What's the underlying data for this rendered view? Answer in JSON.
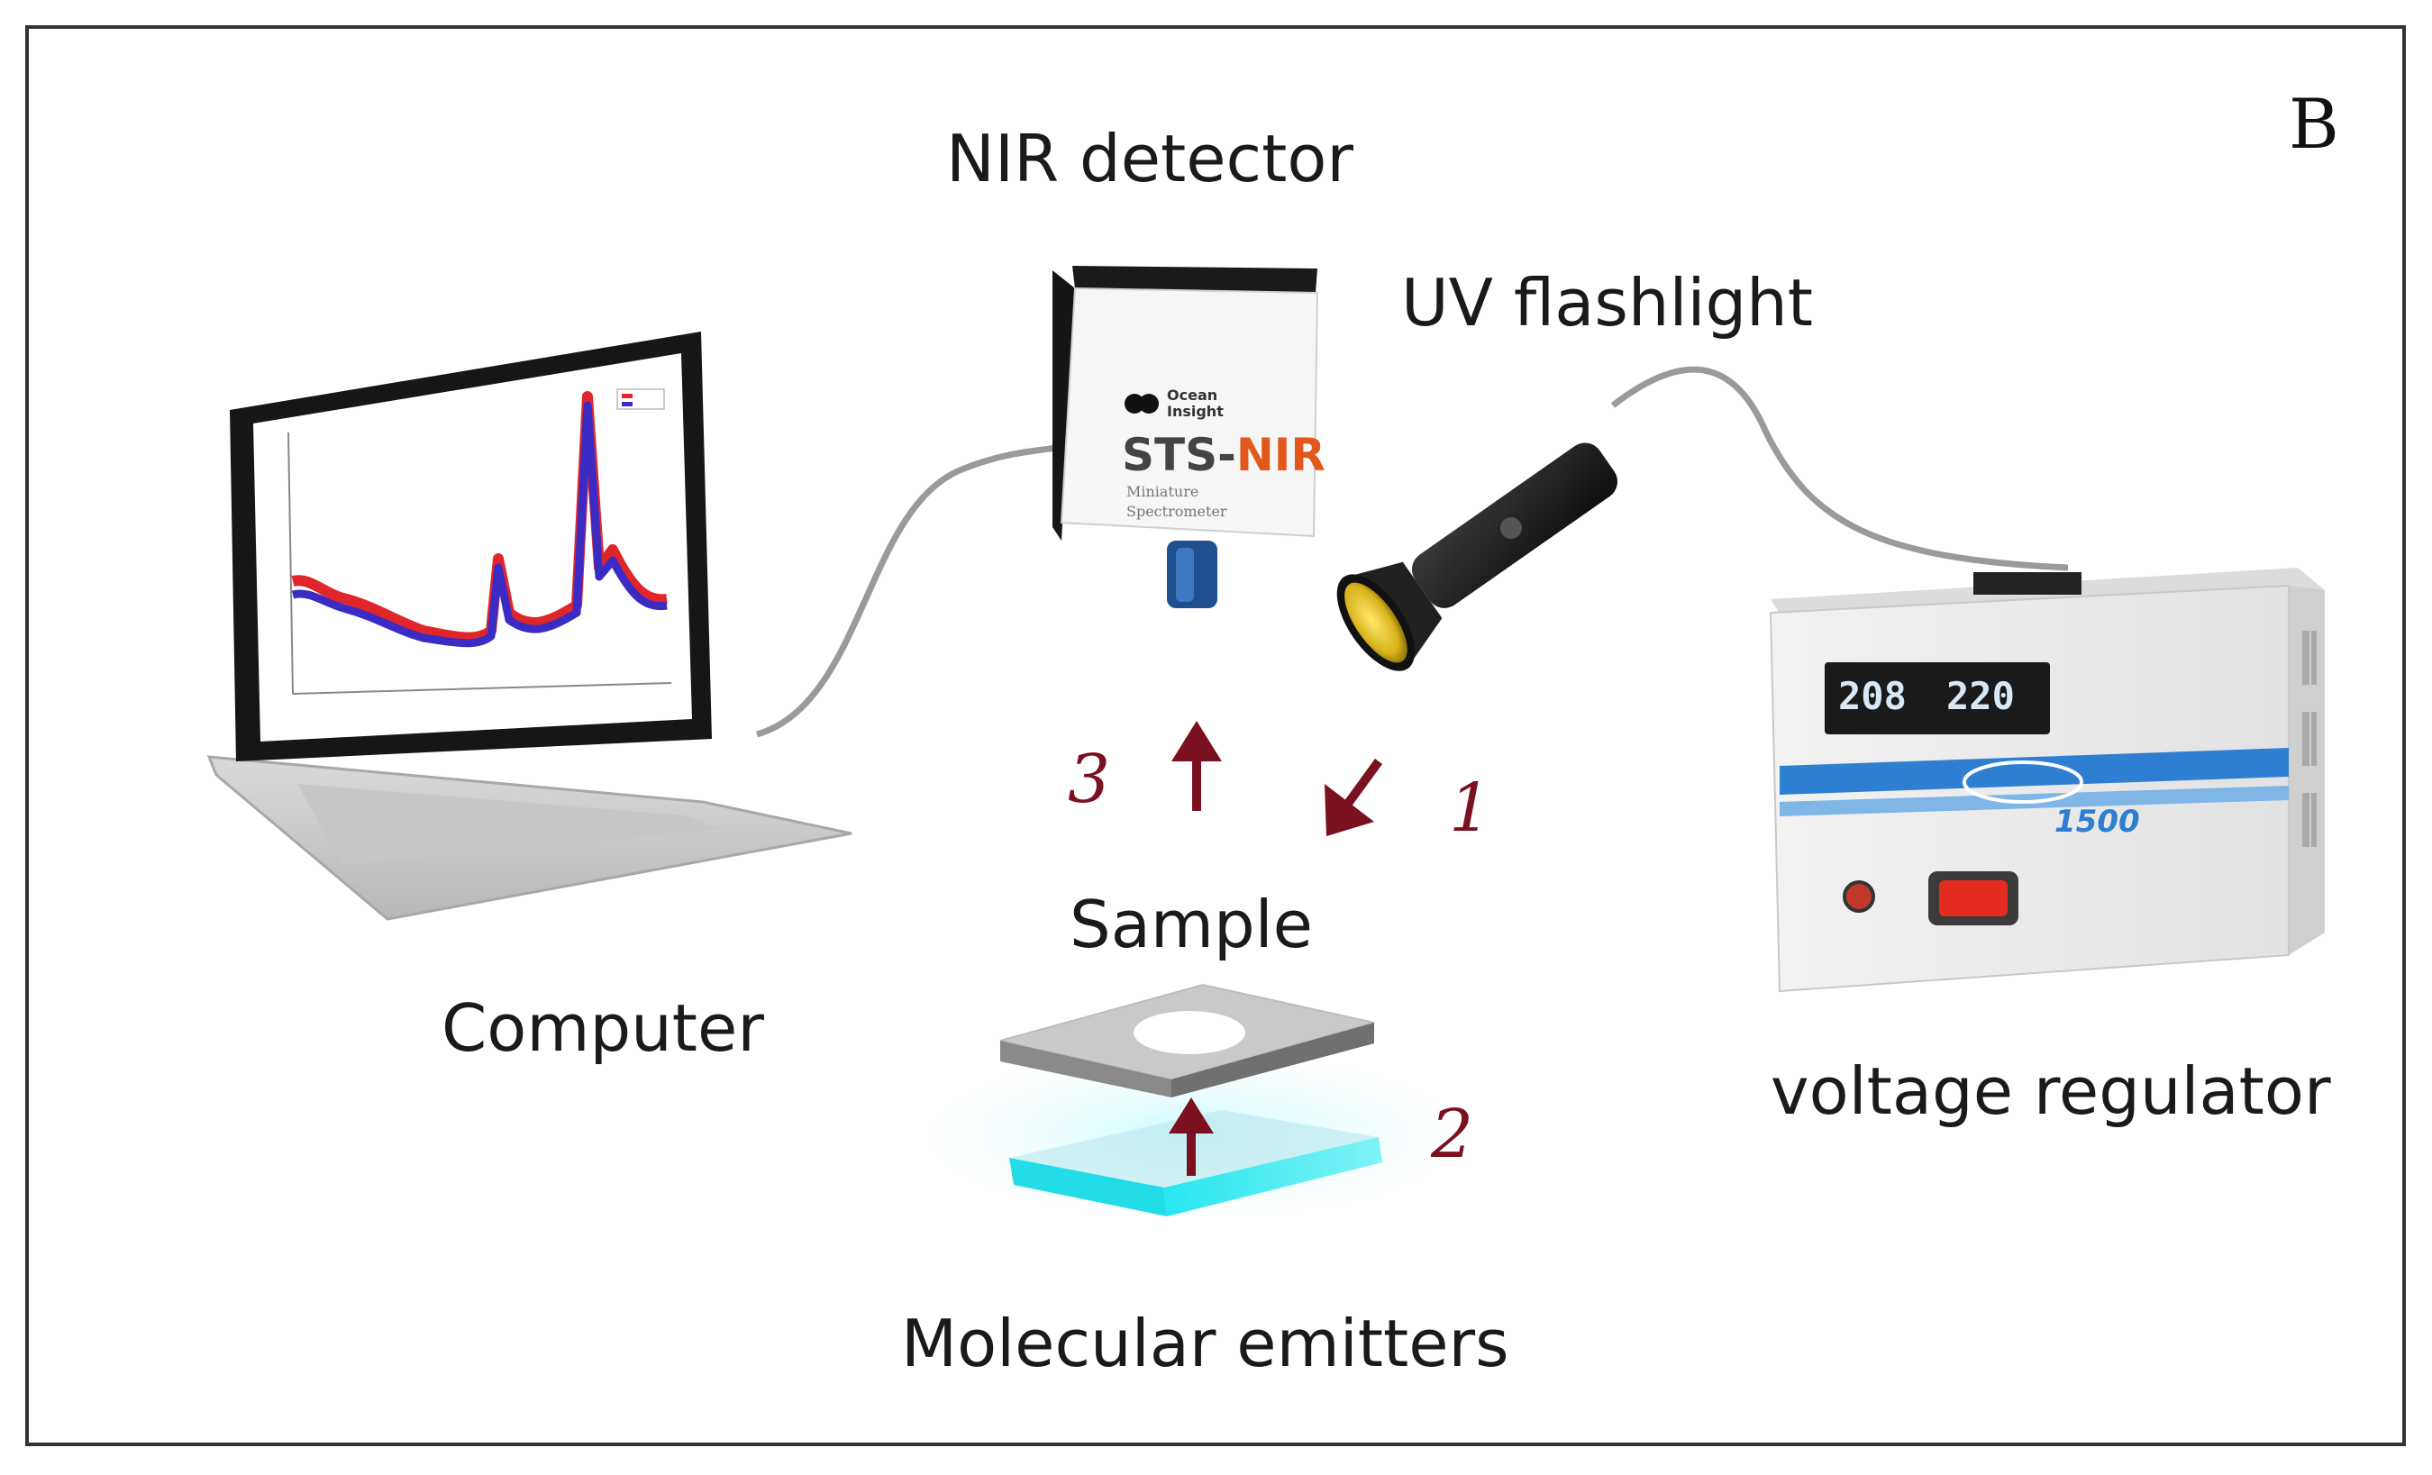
{
  "panel_letter": "B",
  "labels": {
    "nir_detector": "NIR detector",
    "uv_flashlight": "UV flashlight",
    "computer": "Computer",
    "sample": "Sample",
    "voltage_regulator": "voltage regulator",
    "molecular_emitters": "Molecular emitters"
  },
  "steps": {
    "one": "1",
    "two": "2",
    "three": "3"
  },
  "detector": {
    "brand": "Ocean Insight",
    "model_prefix": "STS-",
    "model_suffix": "NIR",
    "subtitle_1": "Miniature",
    "subtitle_2": "Spectrometer"
  },
  "regulator": {
    "display_left": "208",
    "display_right": "220",
    "model_number": "1500"
  },
  "colors": {
    "arrow": "#7a1020",
    "emitter_glow": "#2fe0e8",
    "spectrum_red": "#e0262b",
    "spectrum_blue": "#3a2bc4"
  }
}
